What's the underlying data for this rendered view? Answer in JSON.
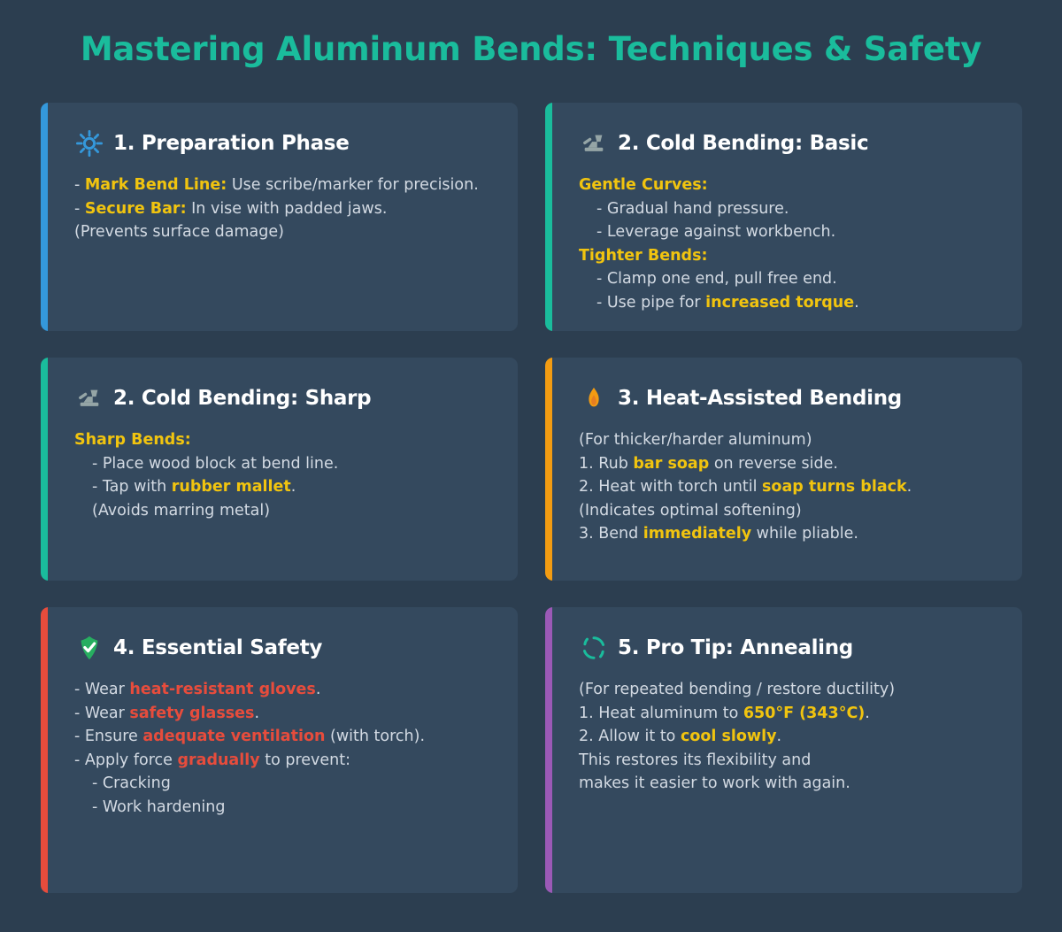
{
  "title": "Mastering Aluminum Bends: Techniques & Safety",
  "colors": {
    "page_background": "#2c3e50",
    "card_background": "#34495e",
    "title_teal": "#1abc9c",
    "body_text": "#d3dae3",
    "highlight_yellow": "#f1c40f",
    "highlight_red": "#e74c3c",
    "accent_blue": "#3498db",
    "accent_green": "#1abc9c",
    "accent_orange": "#f39c12",
    "accent_red": "#e74c3c",
    "accent_purple": "#9b59b6",
    "icon_gray": "#95a5a6",
    "shield_green": "#27ae60",
    "flame_orange": "#f39c12"
  },
  "cards": [
    {
      "id": "preparation-phase",
      "accent": "#3498db",
      "icon": "sun-gear-icon",
      "title": "1. Preparation Phase",
      "lines": [
        {
          "indent": 0,
          "parts": [
            {
              "t": "- ",
              "s": "plain"
            },
            {
              "t": "Mark Bend Line:",
              "s": "yellow"
            },
            {
              "t": " Use scribe/marker for precision.",
              "s": "plain"
            }
          ]
        },
        {
          "indent": 0,
          "parts": [
            {
              "t": "- ",
              "s": "plain"
            },
            {
              "t": "Secure Bar:",
              "s": "yellow"
            },
            {
              "t": " In vise with padded jaws.",
              "s": "plain"
            }
          ]
        },
        {
          "indent": 0,
          "parts": [
            {
              "t": "(Prevents surface damage)",
              "s": "plain"
            }
          ]
        }
      ]
    },
    {
      "id": "cold-bending-basic",
      "accent": "#1abc9c",
      "icon": "anvil-hammer-icon",
      "title": "2. Cold Bending: Basic",
      "lines": [
        {
          "indent": 0,
          "parts": [
            {
              "t": "Gentle Curves:",
              "s": "yellow"
            }
          ]
        },
        {
          "indent": 1,
          "parts": [
            {
              "t": "- Gradual hand pressure.",
              "s": "plain"
            }
          ]
        },
        {
          "indent": 1,
          "parts": [
            {
              "t": "- Leverage against workbench.",
              "s": "plain"
            }
          ]
        },
        {
          "indent": 0,
          "parts": [
            {
              "t": "Tighter Bends:",
              "s": "yellow"
            }
          ]
        },
        {
          "indent": 1,
          "parts": [
            {
              "t": "- Clamp one end, pull free end.",
              "s": "plain"
            }
          ]
        },
        {
          "indent": 1,
          "parts": [
            {
              "t": "- Use pipe for ",
              "s": "plain"
            },
            {
              "t": "increased torque",
              "s": "yellow"
            },
            {
              "t": ".",
              "s": "plain"
            }
          ]
        }
      ]
    },
    {
      "id": "cold-bending-sharp",
      "accent": "#1abc9c",
      "icon": "anvil-hammer-icon",
      "title": "2. Cold Bending: Sharp",
      "lines": [
        {
          "indent": 0,
          "parts": [
            {
              "t": "Sharp Bends:",
              "s": "yellow"
            }
          ]
        },
        {
          "indent": 1,
          "parts": [
            {
              "t": "- Place wood block at bend line.",
              "s": "plain"
            }
          ]
        },
        {
          "indent": 1,
          "parts": [
            {
              "t": "- Tap with ",
              "s": "plain"
            },
            {
              "t": "rubber mallet",
              "s": "yellow"
            },
            {
              "t": ".",
              "s": "plain"
            }
          ]
        },
        {
          "indent": 1,
          "parts": [
            {
              "t": "(Avoids marring metal)",
              "s": "plain"
            }
          ]
        }
      ]
    },
    {
      "id": "heat-assisted-bending",
      "accent": "#f39c12",
      "icon": "flame-icon",
      "title": "3. Heat-Assisted Bending",
      "lines": [
        {
          "indent": 0,
          "parts": [
            {
              "t": "(For thicker/harder aluminum)",
              "s": "plain"
            }
          ]
        },
        {
          "indent": 0,
          "parts": [
            {
              "t": "1. Rub ",
              "s": "plain"
            },
            {
              "t": "bar soap",
              "s": "yellow"
            },
            {
              "t": " on reverse side.",
              "s": "plain"
            }
          ]
        },
        {
          "indent": 0,
          "parts": [
            {
              "t": "2. Heat with torch until ",
              "s": "plain"
            },
            {
              "t": "soap turns black",
              "s": "yellow"
            },
            {
              "t": ".",
              "s": "plain"
            }
          ]
        },
        {
          "indent": 0,
          "parts": [
            {
              "t": "(Indicates optimal softening)",
              "s": "plain"
            }
          ]
        },
        {
          "indent": 0,
          "parts": [
            {
              "t": "3. Bend ",
              "s": "plain"
            },
            {
              "t": "immediately",
              "s": "yellow"
            },
            {
              "t": " while pliable.",
              "s": "plain"
            }
          ]
        }
      ]
    },
    {
      "id": "essential-safety",
      "accent": "#e74c3c",
      "icon": "shield-check-icon",
      "title": "4. Essential Safety",
      "lines": [
        {
          "indent": 0,
          "parts": [
            {
              "t": "- Wear ",
              "s": "plain"
            },
            {
              "t": "heat-resistant gloves",
              "s": "red"
            },
            {
              "t": ".",
              "s": "plain"
            }
          ]
        },
        {
          "indent": 0,
          "parts": [
            {
              "t": "- Wear ",
              "s": "plain"
            },
            {
              "t": "safety glasses",
              "s": "red"
            },
            {
              "t": ".",
              "s": "plain"
            }
          ]
        },
        {
          "indent": 0,
          "parts": [
            {
              "t": "- Ensure ",
              "s": "plain"
            },
            {
              "t": "adequate ventilation",
              "s": "red"
            },
            {
              "t": " (with torch).",
              "s": "plain"
            }
          ]
        },
        {
          "indent": 0,
          "parts": [
            {
              "t": "- Apply force ",
              "s": "plain"
            },
            {
              "t": "gradually",
              "s": "red"
            },
            {
              "t": " to prevent:",
              "s": "plain"
            }
          ]
        },
        {
          "indent": 1,
          "parts": [
            {
              "t": "- Cracking",
              "s": "plain"
            }
          ]
        },
        {
          "indent": 1,
          "parts": [
            {
              "t": "- Work hardening",
              "s": "plain"
            }
          ]
        }
      ]
    },
    {
      "id": "pro-tip-annealing",
      "accent": "#9b59b6",
      "icon": "refresh-circle-icon",
      "title": "5. Pro Tip: Annealing",
      "lines": [
        {
          "indent": 0,
          "parts": [
            {
              "t": "(For repeated bending / restore ductility)",
              "s": "plain"
            }
          ]
        },
        {
          "indent": 0,
          "parts": [
            {
              "t": "1. Heat aluminum to ",
              "s": "plain"
            },
            {
              "t": "650°F (343°C)",
              "s": "yellow"
            },
            {
              "t": ".",
              "s": "plain"
            }
          ]
        },
        {
          "indent": 0,
          "parts": [
            {
              "t": "2. Allow it to ",
              "s": "plain"
            },
            {
              "t": "cool slowly",
              "s": "yellow"
            },
            {
              "t": ".",
              "s": "plain"
            }
          ]
        },
        {
          "indent": 0,
          "parts": [
            {
              "t": "This restores its flexibility and",
              "s": "plain"
            }
          ]
        },
        {
          "indent": 0,
          "parts": [
            {
              "t": "makes it easier to work with again.",
              "s": "plain"
            }
          ]
        }
      ]
    }
  ]
}
